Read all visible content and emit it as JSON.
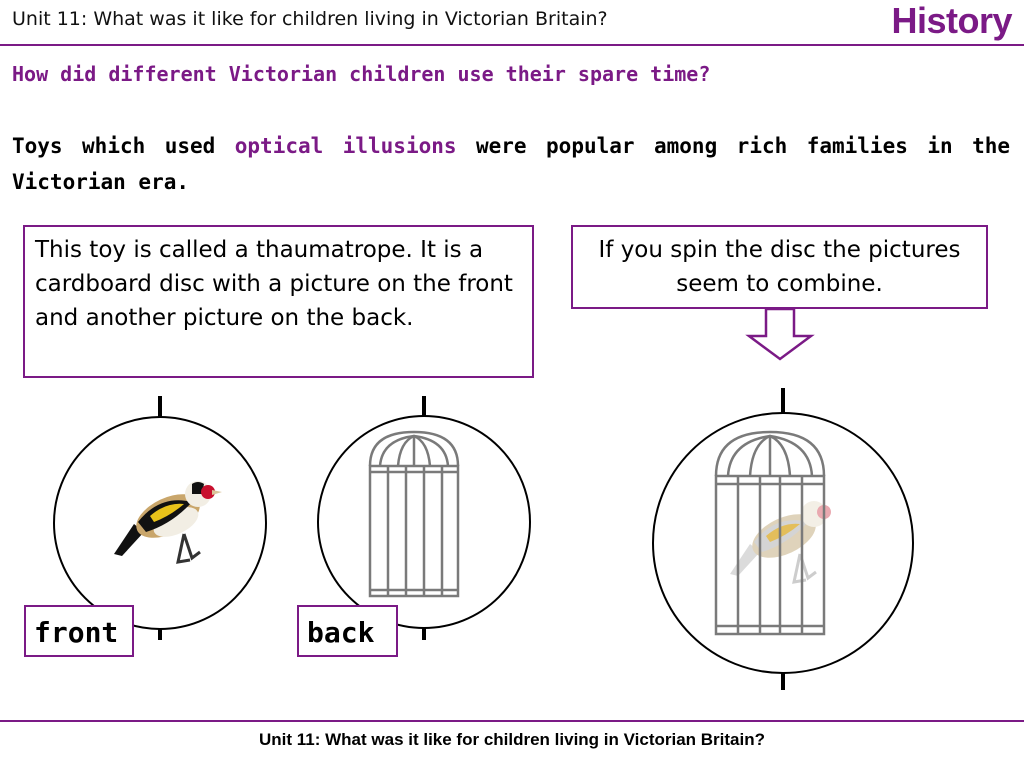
{
  "header": {
    "title": "Unit 11: What was it like for children living in Victorian Britain?",
    "subject": "History"
  },
  "main": {
    "question": "How did different Victorian children use their spare time?",
    "intro_before": "Toys which used ",
    "intro_highlight": "optical illusions",
    "intro_after": " were popular among rich families in the Victorian era.",
    "description_box": "This toy is called a thaumatrope. It is a cardboard disc with a picture on the front and another picture on the back.",
    "spin_box": "If you spin the disc the pictures seem to combine.",
    "label_front": "front",
    "label_back": "back"
  },
  "footer": {
    "title": "Unit 11: What was it like for children living in Victorian Britain?"
  },
  "colors": {
    "accent": "#7b1a86",
    "cage": "#7a7a7a",
    "bird_yellow": "#e8c21a",
    "bird_red": "#c8102e"
  },
  "icons": [
    "goldfinch-bird-icon",
    "birdcage-icon",
    "down-arrow-icon"
  ]
}
